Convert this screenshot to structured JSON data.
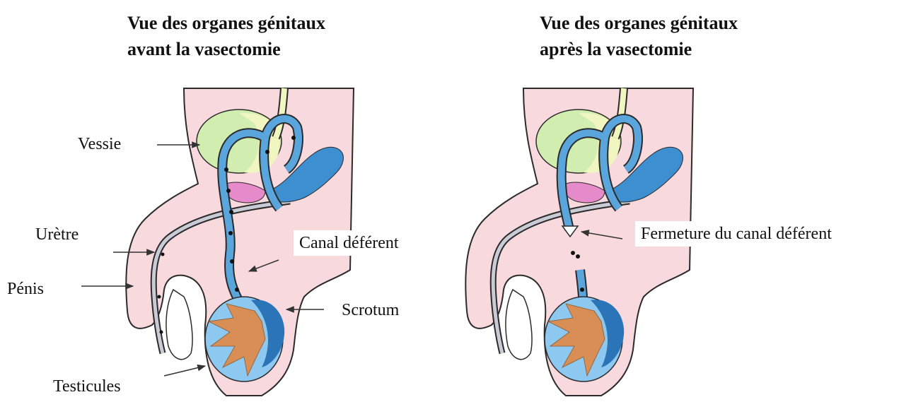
{
  "titles": {
    "before": {
      "line1": "Vue des organes génitaux",
      "line2": "avant la vasectomie"
    },
    "after": {
      "line1": "Vue des organes génitaux",
      "line2": "après la vasectomie"
    }
  },
  "labels": {
    "vessie": "Vessie",
    "uretre": "Urètre",
    "penis": "Pénis",
    "canal_deferent": "Canal déférent",
    "scrotum": "Scrotum",
    "testicules": "Testicules",
    "fermeture": "Fermeture du canal déférent"
  },
  "colors": {
    "skin": "#f7d9de",
    "skin_outline": "#2b2b2b",
    "bladder": "#d2edb0",
    "bladder_light": "#f1f6c0",
    "vas": "#5aa6dc",
    "vas_dark": "#2b74b8",
    "testis_fill": "#8cc8f0",
    "tubules": "#d88e55",
    "prostate": "#e58bc9"
  }
}
